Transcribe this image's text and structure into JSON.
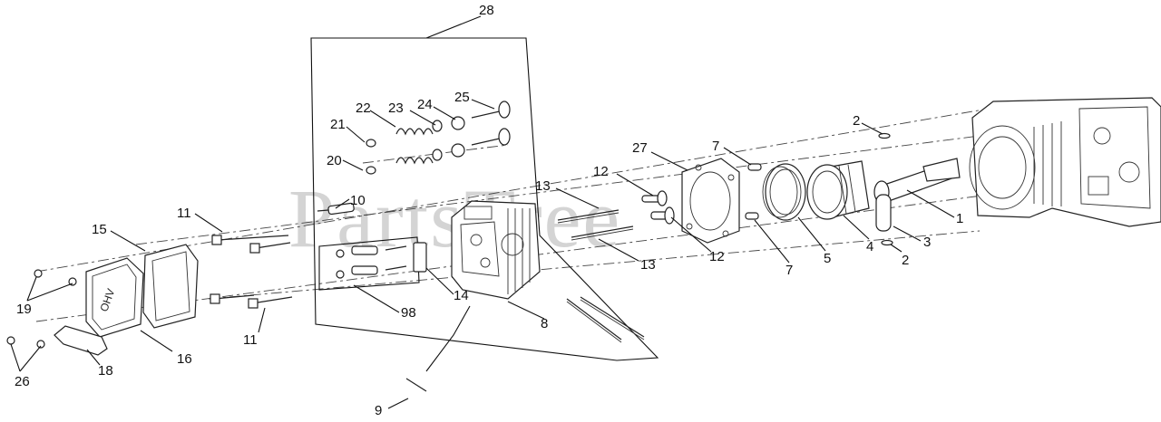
{
  "watermark": "PartsTree",
  "labels": {
    "l1": "1",
    "l2a": "2",
    "l2b": "2",
    "l3": "3",
    "l4": "4",
    "l5": "5",
    "l7a": "7",
    "l7b": "7",
    "l8": "8",
    "l9": "9",
    "l10": "10",
    "l11a": "11",
    "l11b": "11",
    "l12a": "12",
    "l12b": "12",
    "l13a": "13",
    "l13b": "13",
    "l14": "14",
    "l15": "15",
    "l16": "16",
    "l18": "18",
    "l19": "19",
    "l20": "20",
    "l21": "21",
    "l22": "22",
    "l23": "23",
    "l24": "24",
    "l25": "25",
    "l26": "26",
    "l27": "27",
    "l28": "28",
    "l98": "98"
  },
  "cover_text": "OHV"
}
